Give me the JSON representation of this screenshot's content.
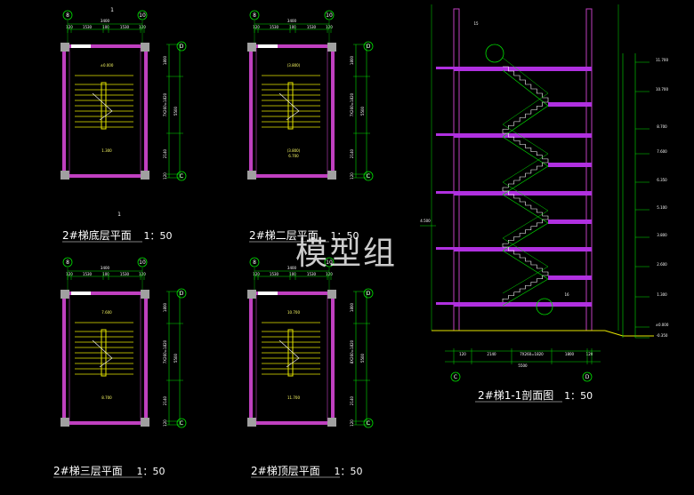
{
  "colors": {
    "wall": "#c040c0",
    "stair": "#e6e600",
    "dim": "#00e000",
    "grid": "#00e000",
    "text": "#ffffff",
    "slab": "#b030e0",
    "hatch": "#a0a0a0"
  },
  "plans": [
    {
      "title": "2#梯底层平面",
      "scale": "1：50",
      "axis_left": "8",
      "axis_right": "10",
      "axis_top": "D",
      "axis_bottom": "C",
      "section_mark": "1",
      "overall": "3400",
      "segs": [
        "120",
        "1530",
        "100",
        "1530",
        "120"
      ],
      "vert_dims": [
        "1800",
        "7X260=1820",
        "2140",
        "120"
      ],
      "total": "5500",
      "elev_top": "±0.000",
      "elev_bottom": "1.300"
    },
    {
      "title": "2#梯二层平面",
      "scale": "1：50",
      "axis_left": "8",
      "axis_right": "10",
      "axis_top": "D",
      "axis_bottom": "C",
      "overall": "3400",
      "segs": [
        "120",
        "1530",
        "100",
        "1530",
        "120"
      ],
      "vert_dims": [
        "1800",
        "7X260=1820",
        "2140",
        "120"
      ],
      "total": "5500",
      "elev_top": "(3.800)",
      "elev_bottom": "(3.800)",
      "elev_bottom2": "6.700"
    },
    {
      "title": "2#梯三层平面",
      "scale": "1：50",
      "axis_left": "8",
      "axis_right": "10",
      "axis_top": "D",
      "axis_bottom": "C",
      "overall": "3400",
      "segs": [
        "120",
        "1530",
        "100",
        "1530",
        "120"
      ],
      "vert_dims": [
        "1800",
        "7X260=1820",
        "2140",
        "120"
      ],
      "total": "5500",
      "elev_top": "7.600",
      "elev_bottom": "8.700"
    },
    {
      "title": "2#梯顶层平面",
      "scale": "1：50",
      "axis_left": "8",
      "axis_right": "10",
      "axis_top": "D",
      "axis_bottom": "C",
      "overall": "3400",
      "segs": [
        "120",
        "1530",
        "100",
        "1530",
        "120"
      ],
      "vert_dims": [
        "1800",
        "8X260=1820",
        "2140",
        "120"
      ],
      "total": "5500",
      "elev_top": "10.700",
      "elev_bottom": "11.700"
    }
  ],
  "section": {
    "title": "2#梯1-1剖面图",
    "scale": "1：50",
    "axis_left": "C",
    "axis_right": "D",
    "bottom_dims": [
      "120",
      "2140",
      "7X260=1820",
      "1800",
      "120"
    ],
    "bottom_total": "5500",
    "levels": [
      "11.700",
      "10.700",
      "8.700",
      "7.600",
      "6.350",
      "5.100",
      "3.800",
      "2.600",
      "1.300",
      "±0.000",
      "-0.350"
    ],
    "left_level": "4.500",
    "detail_a": "15",
    "detail_b": "16"
  },
  "watermark": "模型组"
}
